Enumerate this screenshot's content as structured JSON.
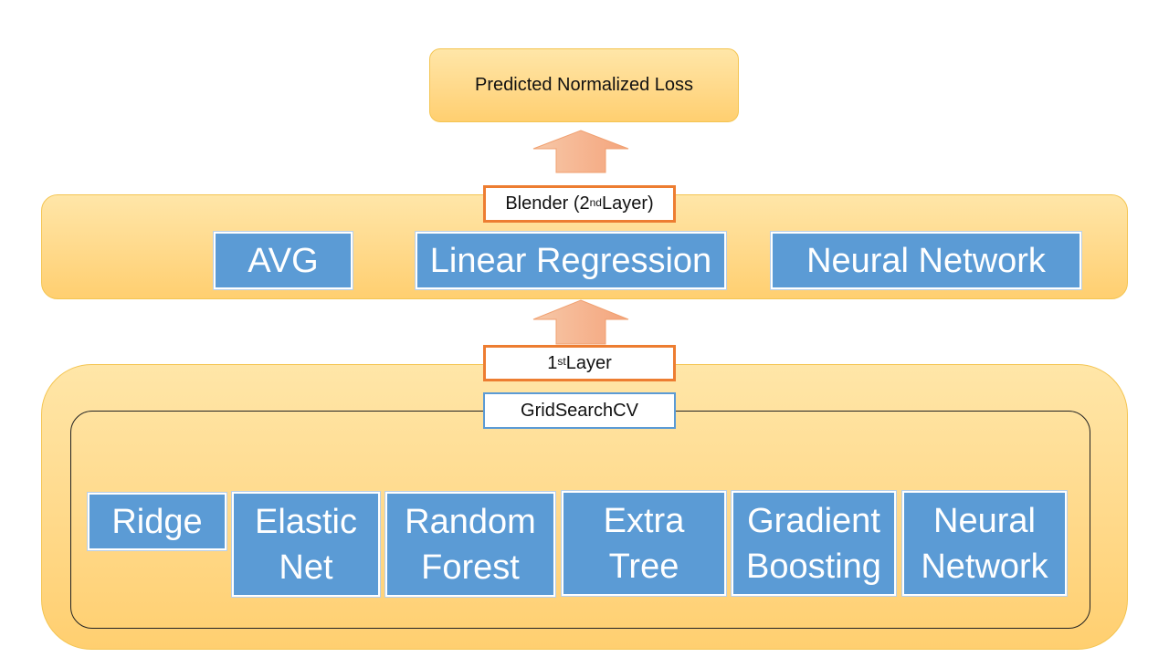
{
  "output": {
    "label": "Predicted Normalized Loss"
  },
  "blender": {
    "label_prefix": "Blender (2",
    "label_sup": "nd",
    "label_suffix": " Layer)",
    "models": [
      "AVG",
      "Linear Regression",
      "Neural Network"
    ]
  },
  "first_layer": {
    "label_prefix": "1",
    "label_sup": "st",
    "label_suffix": " Layer",
    "search_label": "GridSearchCV",
    "models": [
      {
        "line1": "Ridge",
        "line2": ""
      },
      {
        "line1": "Elastic",
        "line2": "Net"
      },
      {
        "line1": "Random",
        "line2": "Forest"
      },
      {
        "line1": "Extra",
        "line2": "Tree"
      },
      {
        "line1": "Gradient",
        "line2": "Boosting"
      },
      {
        "line1": "Neural",
        "line2": "Network"
      }
    ]
  },
  "colors": {
    "model_fill": "#5b9bd5",
    "panel_fill": "#ffd98a",
    "label_border": "#ed7d31",
    "arrow_fill": "#f4b183"
  }
}
